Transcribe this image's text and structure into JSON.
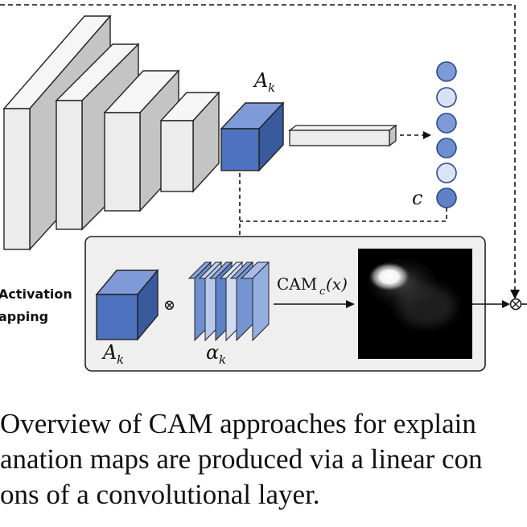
{
  "labels": {
    "feature_map_top": "A",
    "feature_map_top_sub": "k",
    "class_node": "c",
    "side_label_line1": "Activation",
    "side_label_line2": "apping",
    "feature_map_box": "A",
    "feature_map_box_sub": "k",
    "weights": "α",
    "weights_sub": "k",
    "cam_output": "CAM",
    "cam_output_sub": "c",
    "cam_output_arg": "(x)",
    "multiply_symbol": "⊗"
  },
  "caption": {
    "line1": "Overview of CAM approaches for explain",
    "line2": "anation maps are produced via a linear con",
    "line3": "ons of a convolutional layer."
  },
  "colors": {
    "layer_face": "#efefef",
    "layer_side": "#c9c9c9",
    "feature_map_front": "#4d72bf",
    "feature_map_side": "#3a5a9e",
    "feature_map_top": "#7f9ad6",
    "node_dark": "#6d8fd0",
    "node_light": "#d6e0f3",
    "panel_bg": "#efefef",
    "heatmap_bg": "#000000"
  },
  "output_nodes": [
    {
      "shade": "dark"
    },
    {
      "shade": "light"
    },
    {
      "shade": "dark"
    },
    {
      "shade": "dark"
    },
    {
      "shade": "light"
    },
    {
      "shade": "dark"
    }
  ]
}
